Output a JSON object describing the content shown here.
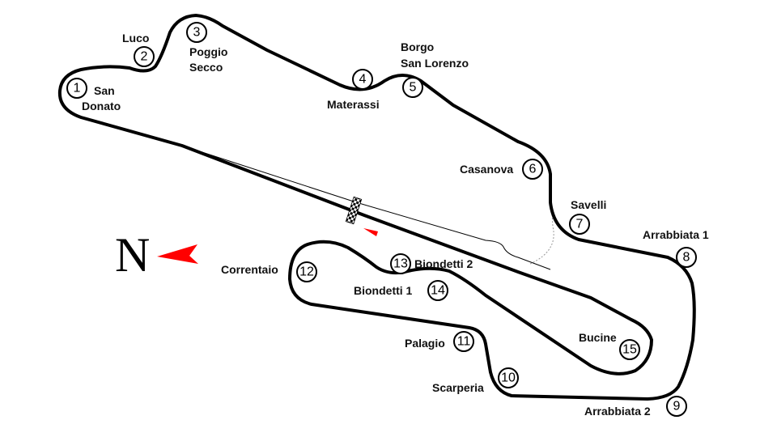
{
  "compass": {
    "letter": "N",
    "arrow_color": "#ff0000"
  },
  "colors": {
    "track": "#000000",
    "pit": "#000000",
    "marker": "#ff0000"
  },
  "corners": [
    {
      "number": "1",
      "name_lines": [
        "San",
        "Donato"
      ]
    },
    {
      "number": "2",
      "name_lines": [
        "Luco"
      ]
    },
    {
      "number": "3",
      "name_lines": [
        "Poggio",
        "Secco"
      ]
    },
    {
      "number": "4",
      "name_lines": [
        "Materassi"
      ]
    },
    {
      "number": "5",
      "name_lines": [
        "Borgo",
        "San Lorenzo"
      ]
    },
    {
      "number": "6",
      "name_lines": [
        "Casanova"
      ]
    },
    {
      "number": "7",
      "name_lines": [
        "Savelli"
      ]
    },
    {
      "number": "8",
      "name_lines": [
        "Arrabbiata 1"
      ]
    },
    {
      "number": "9",
      "name_lines": [
        "Arrabbiata 2"
      ]
    },
    {
      "number": "10",
      "name_lines": [
        "Scarperia"
      ]
    },
    {
      "number": "11",
      "name_lines": [
        "Palagio"
      ]
    },
    {
      "number": "12",
      "name_lines": [
        "Correntaio"
      ]
    },
    {
      "number": "13",
      "name_lines": [
        "Biondetti 2"
      ]
    },
    {
      "number": "14",
      "name_lines": [
        "Biondetti 1"
      ]
    },
    {
      "number": "15",
      "name_lines": [
        "Bucine"
      ]
    }
  ]
}
